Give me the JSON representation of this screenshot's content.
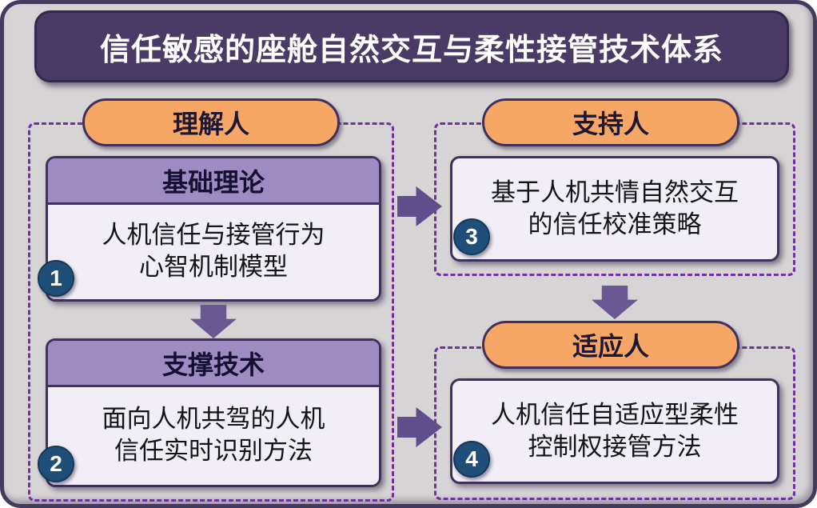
{
  "title": "信任敏感的座舱自然交互与柔性接管技术体系",
  "colors": {
    "canvas_bg": "#d7d4d6",
    "frame_border": "#453a5e",
    "title_bg": "#4a3b66",
    "title_text": "#ffffff",
    "pill_bg": "#f7a765",
    "pill_border": "#40305c",
    "header_bg": "#9d8bc1",
    "box_bg": "#f1eef7",
    "box_border": "#40305c",
    "dashed_border": "#7030a0",
    "number_circle_bg": "#1f4e79",
    "arrow_down": "#6a5894",
    "arrow_right": "#5f4d8c"
  },
  "left": {
    "pill": "理解人",
    "cards": [
      {
        "number": "1",
        "header": "基础理论",
        "line1": "人机信任与接管行为",
        "line2": "心智机制模型"
      },
      {
        "number": "2",
        "header": "支撑技术",
        "line1": "面向人机共驾的人机",
        "line2": "信任实时识别方法"
      }
    ]
  },
  "right": {
    "sections": [
      {
        "pill": "支持人",
        "number": "3",
        "line1": "基于人机共情自然交互",
        "line2": "的信任校准策略"
      },
      {
        "pill": "适应人",
        "number": "4",
        "line1": "人机信任自适应型柔性",
        "line2": "控制权接管方法"
      }
    ]
  }
}
